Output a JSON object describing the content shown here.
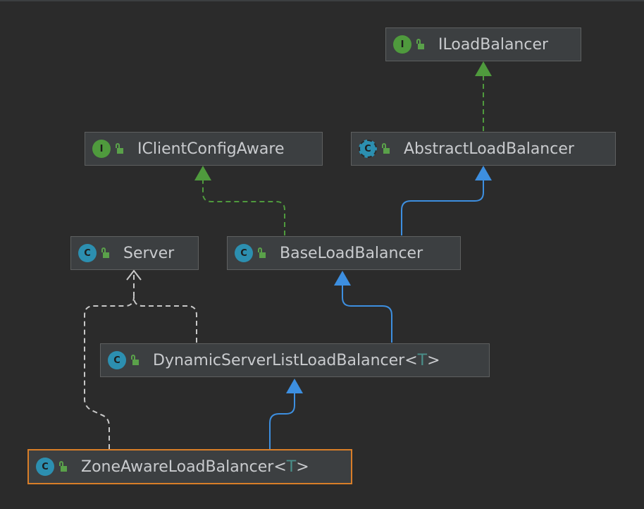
{
  "nodes": {
    "iloadbalancer": {
      "kind": "I",
      "label": "ILoadBalancer"
    },
    "iclientconfigaware": {
      "kind": "I",
      "label": "IClientConfigAware"
    },
    "abstractloadbalancer": {
      "kind": "C",
      "label": "AbstractLoadBalancer"
    },
    "server": {
      "kind": "C",
      "label": "Server"
    },
    "baseloadbalancer": {
      "kind": "C",
      "label": "BaseLoadBalancer"
    },
    "dynamicserverlistloadbalancer": {
      "kind": "C",
      "label": "DynamicServerListLoadBalancer",
      "type_param": "T",
      "lt": "<",
      "gt": ">"
    },
    "zoneawareloadbalancer": {
      "kind": "C",
      "label": "ZoneAwareLoadBalancer",
      "type_param": "T",
      "lt": "<",
      "gt": ">"
    }
  },
  "edges": [
    {
      "from": "AbstractLoadBalancer",
      "to": "ILoadBalancer",
      "relation": "implements"
    },
    {
      "from": "BaseLoadBalancer",
      "to": "IClientConfigAware",
      "relation": "implements"
    },
    {
      "from": "BaseLoadBalancer",
      "to": "AbstractLoadBalancer",
      "relation": "extends"
    },
    {
      "from": "DynamicServerListLoadBalancer",
      "to": "BaseLoadBalancer",
      "relation": "extends"
    },
    {
      "from": "DynamicServerListLoadBalancer",
      "to": "Server",
      "relation": "depends"
    },
    {
      "from": "ZoneAwareLoadBalancer",
      "to": "DynamicServerListLoadBalancer",
      "relation": "extends"
    },
    {
      "from": "ZoneAwareLoadBalancer",
      "to": "Server",
      "relation": "depends"
    }
  ],
  "colors": {
    "background": "#2b2b2b",
    "node_fill": "#3c3f41",
    "node_border": "#5e6060",
    "selected_border": "#d97e28",
    "interface_icon": "#4f9a3d",
    "class_icon": "#2c8fb0",
    "lock_icon": "#5aa14a",
    "implements_edge": "#4f9a3d",
    "extends_edge": "#3d8fe0",
    "depends_edge": "#c8c8c8",
    "label_text": "#c9cbce",
    "type_param_text": "#4a8f8a"
  },
  "icons": {
    "interface": "interface-icon",
    "class": "class-icon",
    "abstract_class": "abstract-class-icon",
    "visibility": "public-lock-icon"
  }
}
